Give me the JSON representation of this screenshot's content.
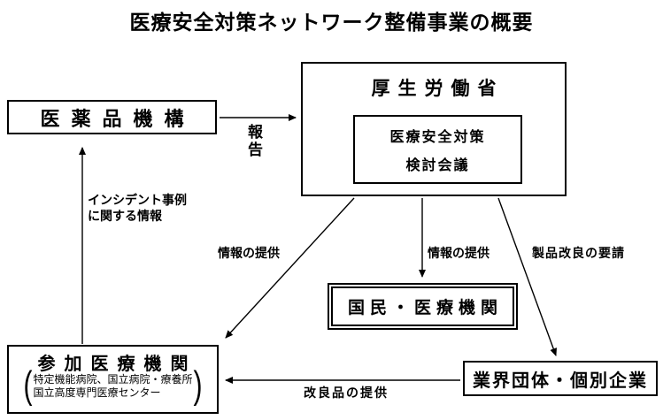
{
  "colors": {
    "line": "#000000",
    "background": "#ffffff",
    "text": "#000000"
  },
  "title": "医療安全対策ネットワーク整備事業の概要",
  "boxes": {
    "pmda": {
      "label": "医薬品機構"
    },
    "mhlw": {
      "label": "厚生労働省",
      "inner_line1": "医療安全対策",
      "inner_line2": "検討会議"
    },
    "public": {
      "label": "国民・医療機関"
    },
    "participating": {
      "label": "参加医療機関",
      "paren_open": "(",
      "paren_close": ")",
      "sub_line1": "特定機能病院、国立病院・療養所",
      "sub_line2": "国立高度専門医療センター"
    },
    "industry": {
      "label": "業界団体・個別企業"
    }
  },
  "arrow_labels": {
    "report": "報告",
    "incident_line1": "インシデント事例",
    "incident_line2": "に関する情報",
    "info_to_participating": "情報の提供",
    "info_to_public": "情報の提供",
    "product_improvement_request": "製品改良の要請",
    "improved_product_supply": "改良品の提供"
  },
  "edges": [
    {
      "from": "医薬品機構",
      "to": "厚生労働省",
      "label": "報告"
    },
    {
      "from": "参加医療機関",
      "to": "医薬品機構",
      "label": "インシデント事例に関する情報"
    },
    {
      "from": "厚生労働省",
      "to": "参加医療機関",
      "label": "情報の提供"
    },
    {
      "from": "厚生労働省",
      "to": "国民・医療機関",
      "label": "情報の提供"
    },
    {
      "from": "厚生労働省",
      "to": "業界団体・個別企業",
      "label": "製品改良の要請"
    },
    {
      "from": "業界団体・個別企業",
      "to": "参加医療機関",
      "label": "改良品の提供"
    }
  ]
}
